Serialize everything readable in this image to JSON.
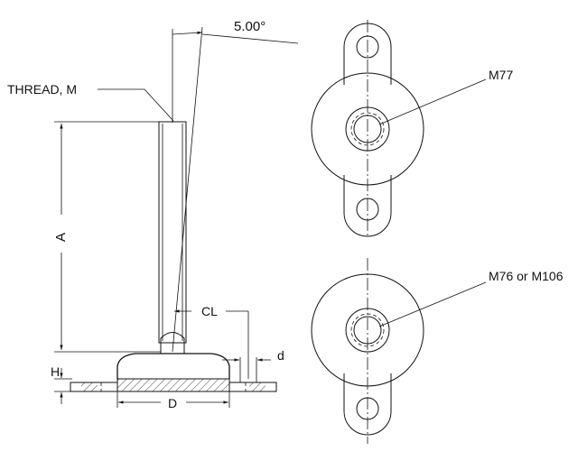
{
  "labels": {
    "angle": "5.00°",
    "thread": "THREAD, M",
    "dim_a": "A",
    "dim_cl": "CL",
    "dim_d_small": "d",
    "dim_h": "H",
    "dim_d_large": "D",
    "callout_top": "M77",
    "callout_bottom": "M76 or M106"
  }
}
